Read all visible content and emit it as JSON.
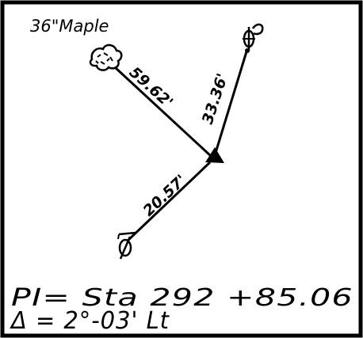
{
  "tree_label": "36\"Maple",
  "distances": {
    "to_maple": "59.62'",
    "to_north_marker": "33.36'",
    "to_south_marker": "20.57'"
  },
  "pi_station": "PI= Sta 292 +85.06",
  "delta": "Δ = 2°-03' Lt",
  "colors": {
    "ink": "#000000",
    "paper": "#ffffff"
  },
  "icons": [
    "tree-canopy-icon",
    "survey-marker-icon",
    "pi-triangle-icon"
  ]
}
